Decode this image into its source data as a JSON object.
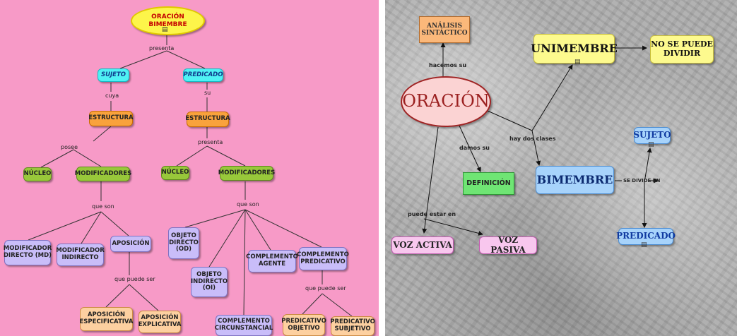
{
  "left_map": {
    "nodes": {
      "root": "ORACIÓN BIMEMBRE",
      "sujeto": "SUJETO",
      "predicado": "PREDICADO",
      "estructura_s": "ESTRUCTURA",
      "estructura_p": "ESTRUCTURA",
      "nucleo_s": "NÚCLEO",
      "modificadores_s": "MODIFICADORES",
      "nucleo_p": "NÚCLEO",
      "modificadores_p": "MODIFICADORES",
      "mod_directo": "MODIFICADOR DIRECTO (MD)",
      "mod_indirecto": "MODIFICADOR INDIRECTO",
      "aposicion": "APOSICIÓN",
      "objeto_directo": "OBJETO DIRECTO (OD)",
      "objeto_indirecto": "OBJETO INDIRECTO (OI)",
      "complemento_agente": "COMPLEMENTO AGENTE",
      "complemento_predicativo": "COMPLEMENTO PREDICATIVO",
      "complemento_circunstancial": "COMPLEMENTO CIRCUNSTANCIAL",
      "aposicion_especificativa": "APOSICIÓN ESPECIFICATIVA",
      "aposicion_explicativa": "APOSICIÓN EXPLICATIVA",
      "predicativo_objetivo": "PREDICATIVO OBJETIVO",
      "predicativo_subjetivo": "PREDICATIVO SUBJETIVO"
    },
    "links": {
      "presenta_top": "presenta",
      "cuya": "cuya",
      "su": "su",
      "posee": "posee",
      "presenta_mid": "presenta",
      "que_son_s": "que son",
      "que_son_p": "que son",
      "que_puede_ser_s": "que puede ser",
      "que_puede_ser_p": "que puede ser"
    }
  },
  "right_map": {
    "nodes": {
      "oracion": "ORACIÓN",
      "analisis": "ANÁLISIS SINTÁCTICO",
      "unimembre": "UNIMEMBRE",
      "no_se_puede": "NO SE PUEDE DIVIDIR",
      "definicion": "DEFINICIÓN",
      "bimembre": "BIMEMBRE",
      "sujeto": "SUJETO",
      "predicado": "PREDICADO",
      "voz_activa": "VOZ ACTIVA",
      "voz_pasiva": "VOZ PASIVA"
    },
    "links": {
      "hacemos_su": "hacemos su",
      "damos_su": "damos su",
      "hay_dos_clases": "hay dos clases",
      "puede_estar_en": "puede estar en",
      "se_divide_en": "SE DIVIDE EN"
    }
  },
  "colors": {
    "left_background": "#f79ac7",
    "root": "#fdf54a",
    "cyan": "#4ff2f4",
    "orange": "#f9a23c",
    "green": "#98c83a",
    "lavender": "#c9bdf9",
    "peach": "#fdd0a0"
  },
  "icons": [
    "document-icon"
  ]
}
